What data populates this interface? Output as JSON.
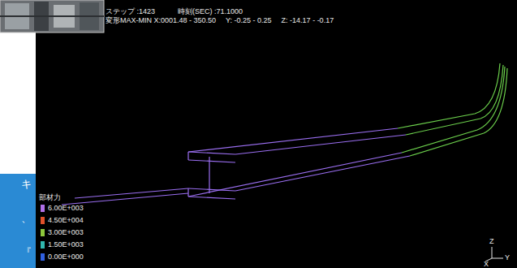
{
  "diagram": {
    "labels": [
      "ステップ :1423",
      "時刻(SEC) :71.1000",
      "変形MAX-MIN X:0001.48 - 350.50",
      "Y: -0.25 - 0.25",
      "Z: -14.17 - -0.17",
      "部材力",
      "Z",
      "X",
      "Y",
      "キ",
      "、",
      "『"
    ],
    "legend": [
      {
        "text": "6.00E+003",
        "color": "#b070e8"
      },
      {
        "text": "4.50E+004",
        "color": "#e0502a"
      },
      {
        "text": "3.00E+003",
        "color": "#8cc83c"
      },
      {
        "text": "1.50E+003",
        "color": "#30b8b0"
      },
      {
        "text": "0.00E+000",
        "color": "#3060e0"
      }
    ]
  }
}
